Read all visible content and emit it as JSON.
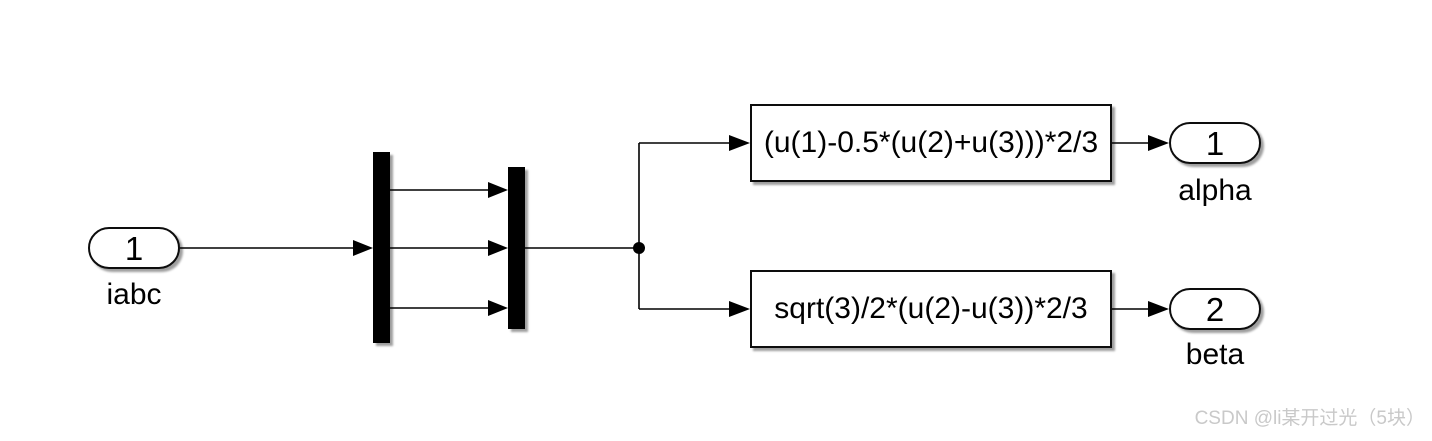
{
  "diagram": {
    "inport": {
      "number": "1",
      "name": "iabc"
    },
    "fcn_blocks": [
      {
        "expression": "(u(1)-0.5*(u(2)+u(3)))*2/3"
      },
      {
        "expression": "sqrt(3)/2*(u(2)-u(3))*2/3"
      }
    ],
    "outports": [
      {
        "number": "1",
        "name": "alpha"
      },
      {
        "number": "2",
        "name": "beta"
      }
    ],
    "colors": {
      "line": "#000000",
      "block_border": "#0d0d0d",
      "block_fill": "#ffffff",
      "background": "#ffffff"
    }
  },
  "watermark": {
    "text": "CSDN @li某开过光（5块）",
    "color": "#c9c9c9"
  }
}
